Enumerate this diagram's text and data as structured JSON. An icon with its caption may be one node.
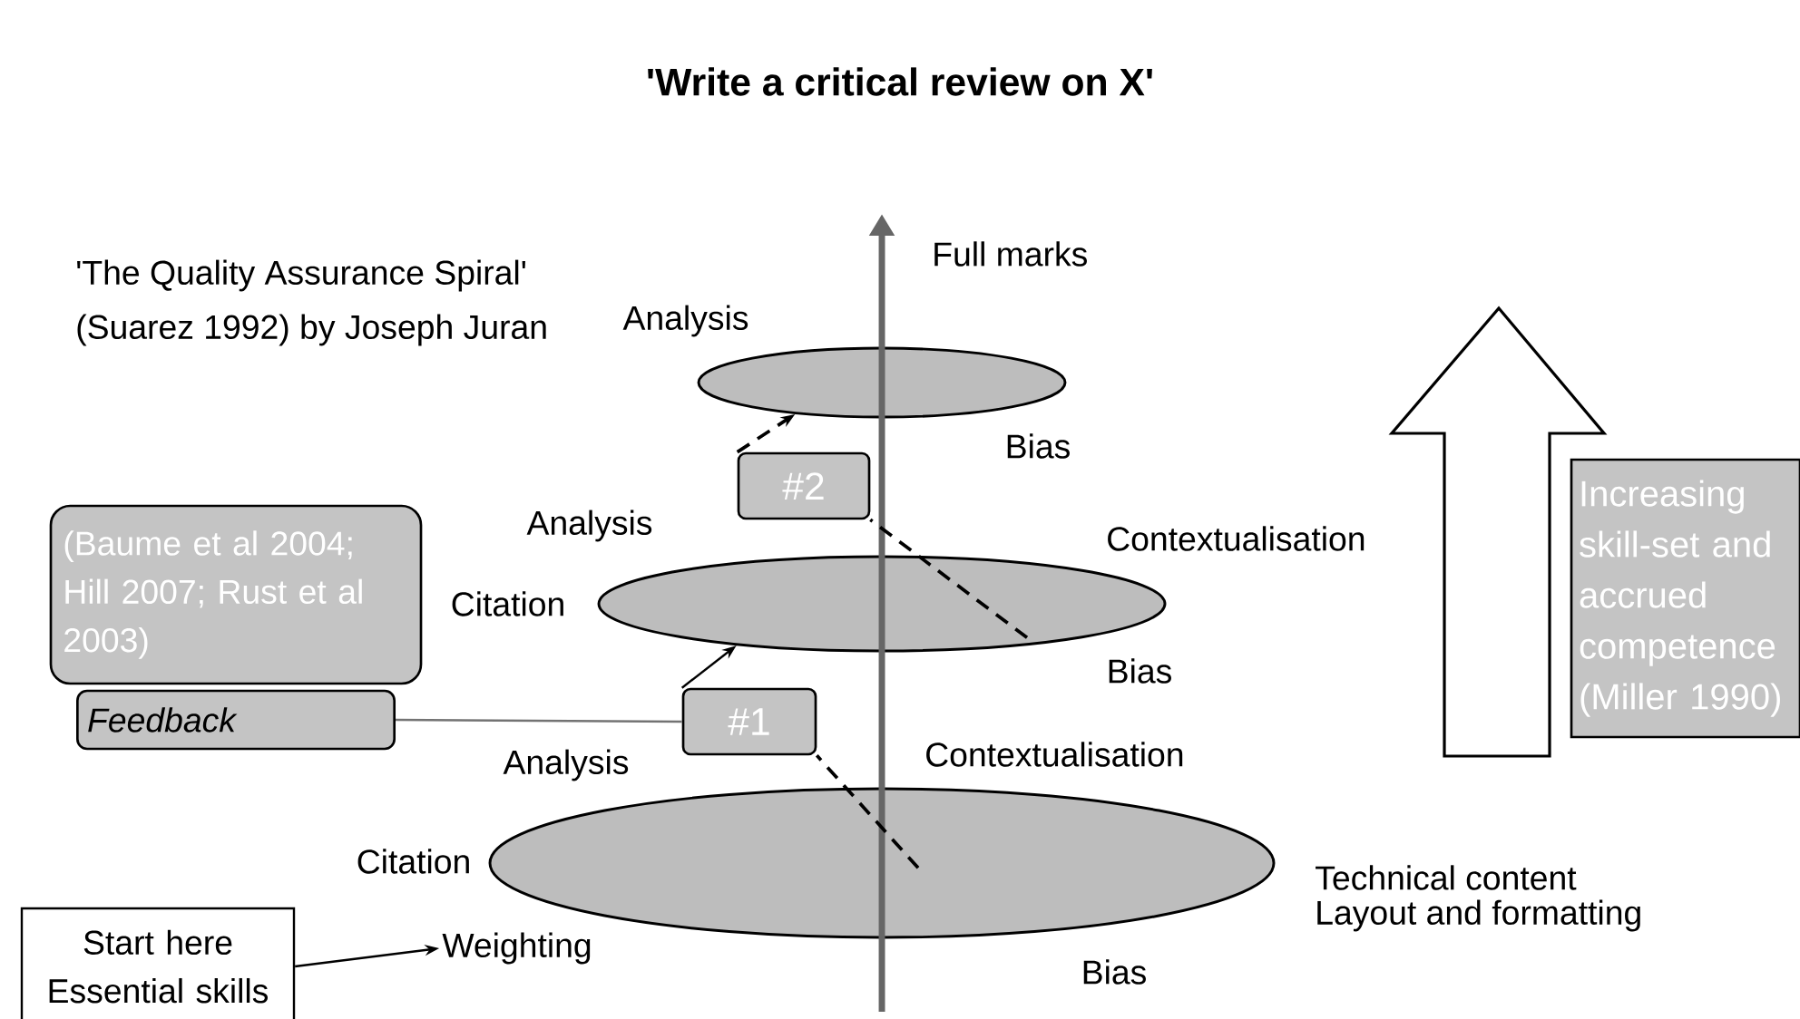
{
  "diagram": {
    "title": "'Write a critical review on X'",
    "nodes": [
      {
        "text": [
          "Start here Essential skills"
        ]
      },
      {
        "text": [
          "Weighting"
        ]
      },
      {
        "text": [],
        "shape": "ellipse",
        "beside": [
          "Contextualisation",
          "Analysis",
          "Citation",
          "Technical content",
          "Layout and formatting",
          "Bias"
        ]
      },
      {
        "text": [],
        "shape": "ellipse",
        "beside": [
          "Analysis",
          "Contextualisation",
          "Citation",
          "Bias"
        ]
      },
      {
        "text": [],
        "shape": "ellipse",
        "beside": [
          "Analysis",
          "Bias"
        ]
      },
      {
        "text": [
          "#1"
        ]
      },
      {
        "text": [
          "#2"
        ]
      },
      {
        "text": [
          "(Baume et al 2004; Hill 2007; Rust et al 2003)"
        ]
      },
      {
        "text": [
          "Feedback"
        ]
      },
      {
        "text": [
          "Increasing skill-set and accrued competence (Miller 1990)"
        ]
      }
    ],
    "edges": [
      {
        "from": 0,
        "to": 1,
        "arrow": "to"
      },
      {
        "from": 8,
        "to": 5,
        "arrow": "none",
        "color": "#737373"
      },
      {
        "from": 2,
        "to": 5,
        "arrow": "none",
        "style": "dashed"
      },
      {
        "from": 5,
        "to": 3,
        "arrow": "to"
      },
      {
        "from": 3,
        "to": 6,
        "arrow": "none",
        "style": "dashed"
      },
      {
        "from": 6,
        "to": 4,
        "arrow": "to",
        "style": "dashed"
      }
    ],
    "labels": [
      "'The Quality Assurance Spiral'",
      "(Suarez 1992) by Joseph Juran",
      "Full marks"
    ]
  }
}
